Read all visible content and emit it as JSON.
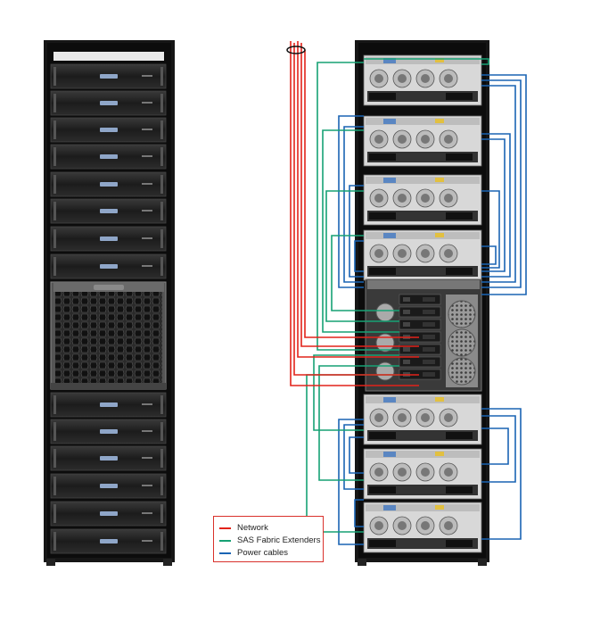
{
  "legend": {
    "items": [
      {
        "label": "Network",
        "color": "#e2231a"
      },
      {
        "label": "SAS Fabric Extenders",
        "color": "#16a174"
      },
      {
        "label": "Power cables",
        "color": "#1a64b4"
      }
    ]
  },
  "colors": {
    "network": "#e2231a",
    "sas": "#16a174",
    "power": "#1a64b4",
    "rack_frame": "#151515",
    "server_face": "#2a2a2a"
  }
}
